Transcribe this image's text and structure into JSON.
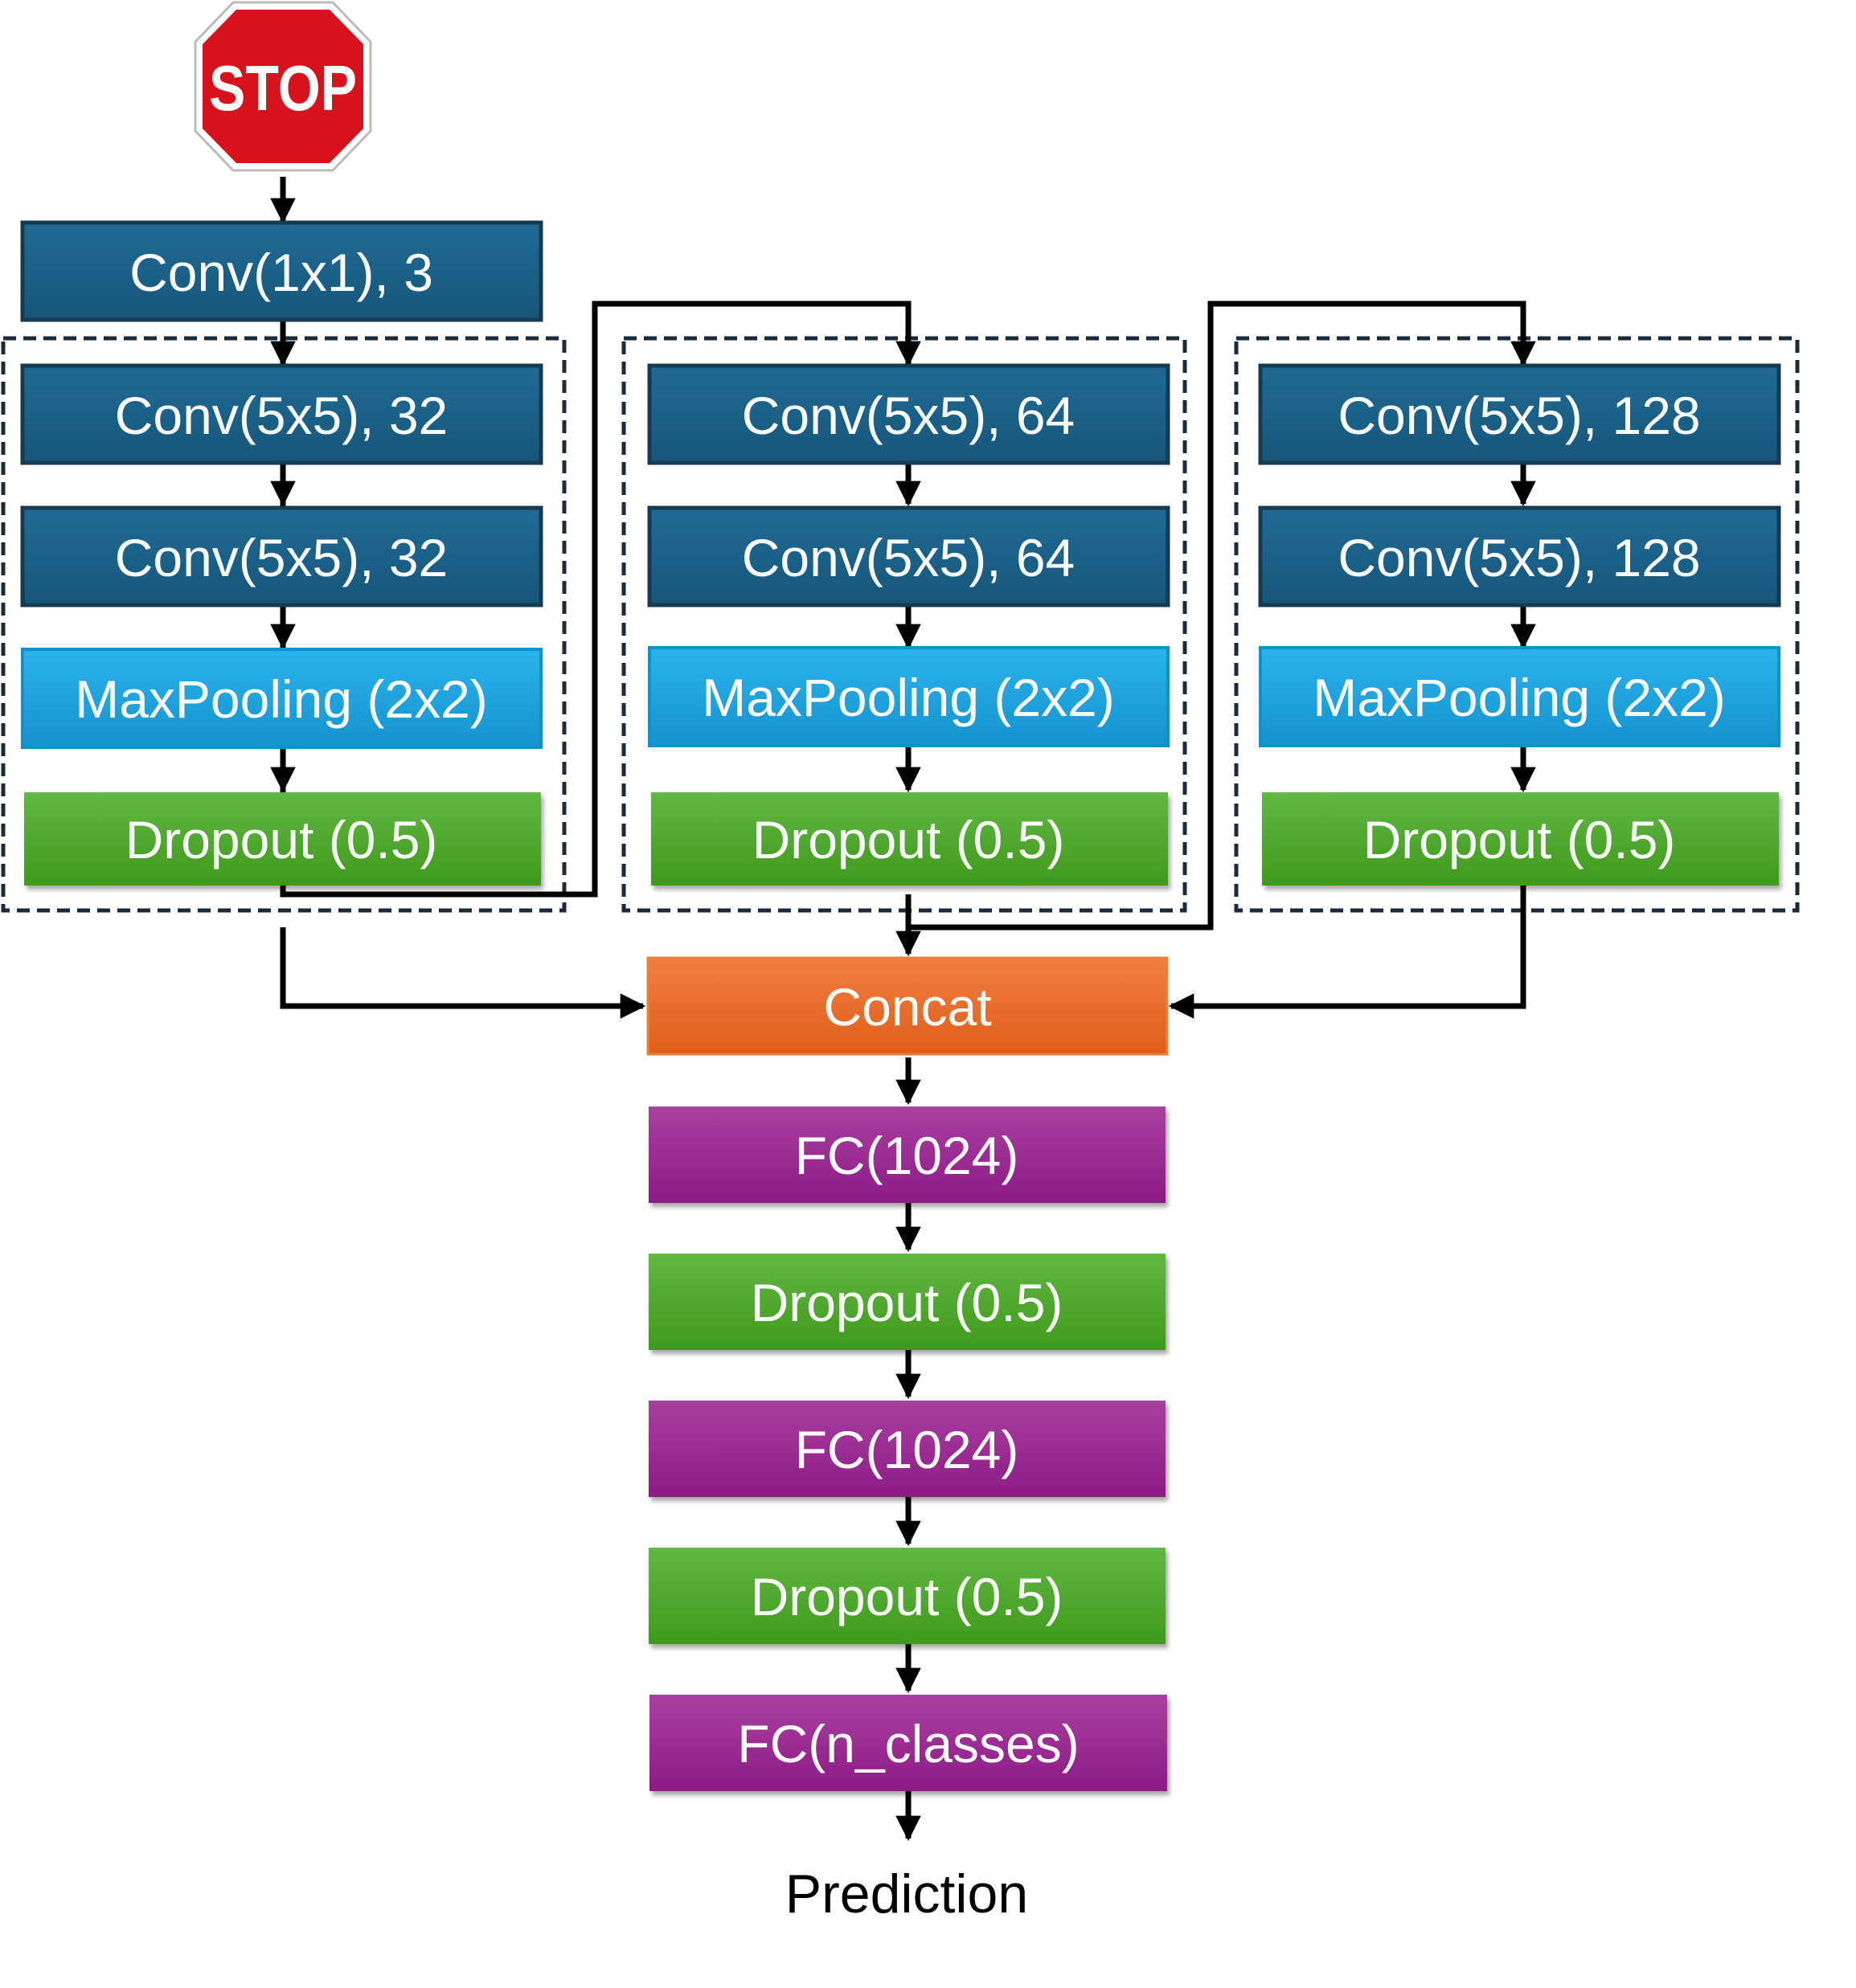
{
  "input": {
    "icon": "stop-sign-icon",
    "label": "STOP"
  },
  "stem": {
    "label": "Conv(1x1), 3"
  },
  "branches": [
    {
      "conv1": "Conv(5x5), 32",
      "conv2": "Conv(5x5), 32",
      "pool": "MaxPooling (2x2)",
      "dropout": "Dropout (0.5)"
    },
    {
      "conv1": "Conv(5x5), 64",
      "conv2": "Conv(5x5), 64",
      "pool": "MaxPooling (2x2)",
      "dropout": "Dropout (0.5)"
    },
    {
      "conv1": "Conv(5x5), 128",
      "conv2": "Conv(5x5), 128",
      "pool": "MaxPooling (2x2)",
      "dropout": "Dropout (0.5)"
    }
  ],
  "head": {
    "concat": "Concat",
    "fc1": "FC(1024)",
    "dropout1": "Dropout (0.5)",
    "fc2": "FC(1024)",
    "dropout2": "Dropout (0.5)",
    "fc_out": "FC(n_classes)"
  },
  "output": {
    "label": "Prediction"
  },
  "colors": {
    "conv": "#1b5e85",
    "conv_border": "#163a52",
    "pool": "#19a0dd",
    "dropout": "#4ea82a",
    "concat": "#ea6a24",
    "fc": "#9a2694",
    "stop": "#d6121e",
    "line": "#000000"
  }
}
